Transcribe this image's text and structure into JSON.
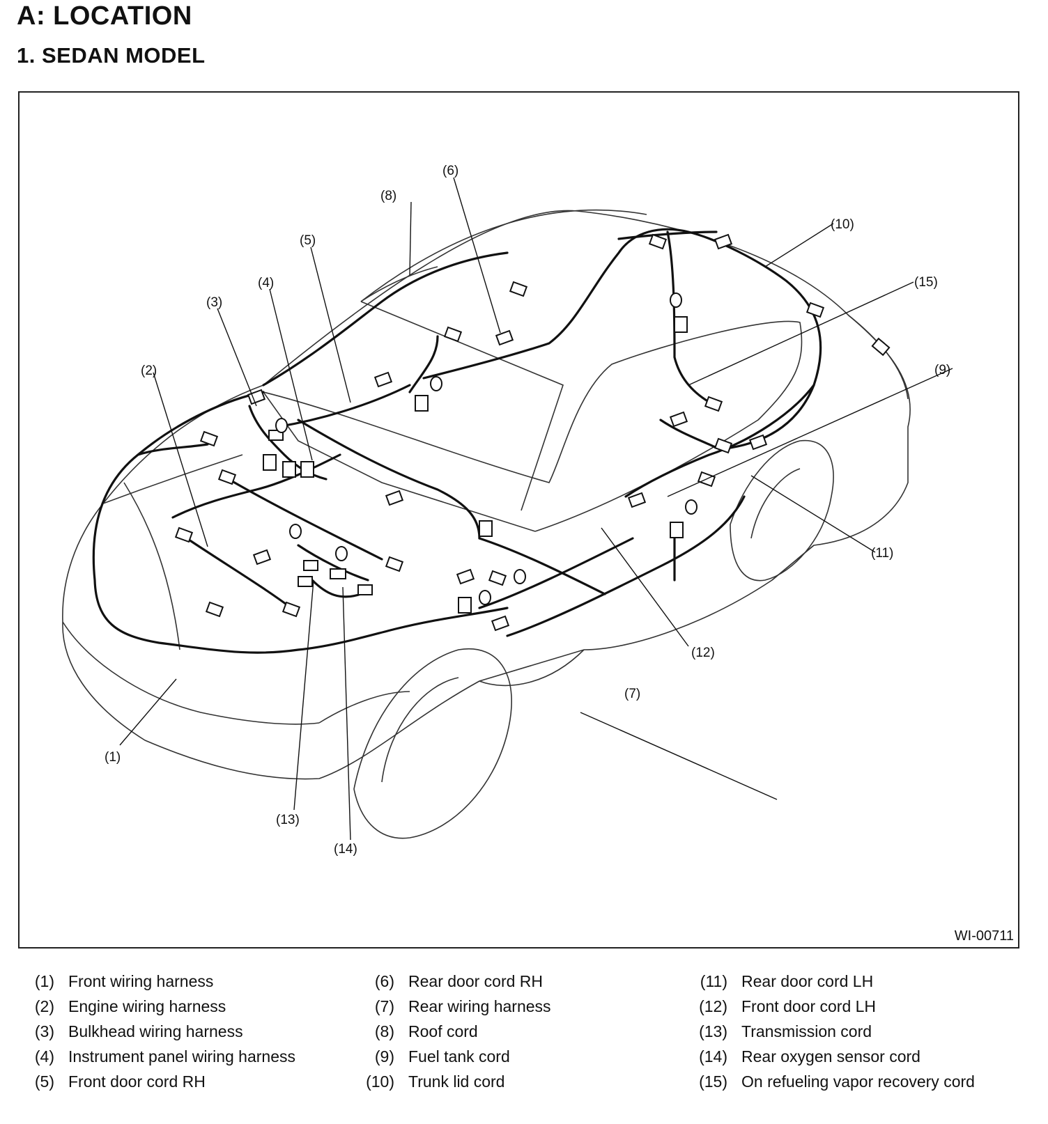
{
  "header": {
    "title": "A:  LOCATION",
    "subtitle": "1.  SEDAN MODEL"
  },
  "figure": {
    "code": "WI-00711",
    "callouts": [
      "(1)",
      "(2)",
      "(3)",
      "(4)",
      "(5)",
      "(6)",
      "(7)",
      "(8)",
      "(9)",
      "(10)",
      "(11)",
      "(12)",
      "(13)",
      "(14)",
      "(15)"
    ]
  },
  "legend": [
    {
      "num": "(1)",
      "label": "Front wiring harness"
    },
    {
      "num": "(2)",
      "label": "Engine wiring harness"
    },
    {
      "num": "(3)",
      "label": "Bulkhead wiring harness"
    },
    {
      "num": "(4)",
      "label": "Instrument panel wiring harness"
    },
    {
      "num": "(5)",
      "label": "Front door cord RH"
    },
    {
      "num": "(6)",
      "label": "Rear door cord RH"
    },
    {
      "num": "(7)",
      "label": "Rear wiring harness"
    },
    {
      "num": "(8)",
      "label": "Roof cord"
    },
    {
      "num": "(9)",
      "label": "Fuel tank cord"
    },
    {
      "num": "(10)",
      "label": "Trunk lid cord"
    },
    {
      "num": "(11)",
      "label": "Rear door cord LH"
    },
    {
      "num": "(12)",
      "label": "Front door cord LH"
    },
    {
      "num": "(13)",
      "label": "Transmission cord"
    },
    {
      "num": "(14)",
      "label": "Rear oxygen sensor cord"
    },
    {
      "num": "(15)",
      "label": "On refueling vapor recovery cord"
    }
  ]
}
